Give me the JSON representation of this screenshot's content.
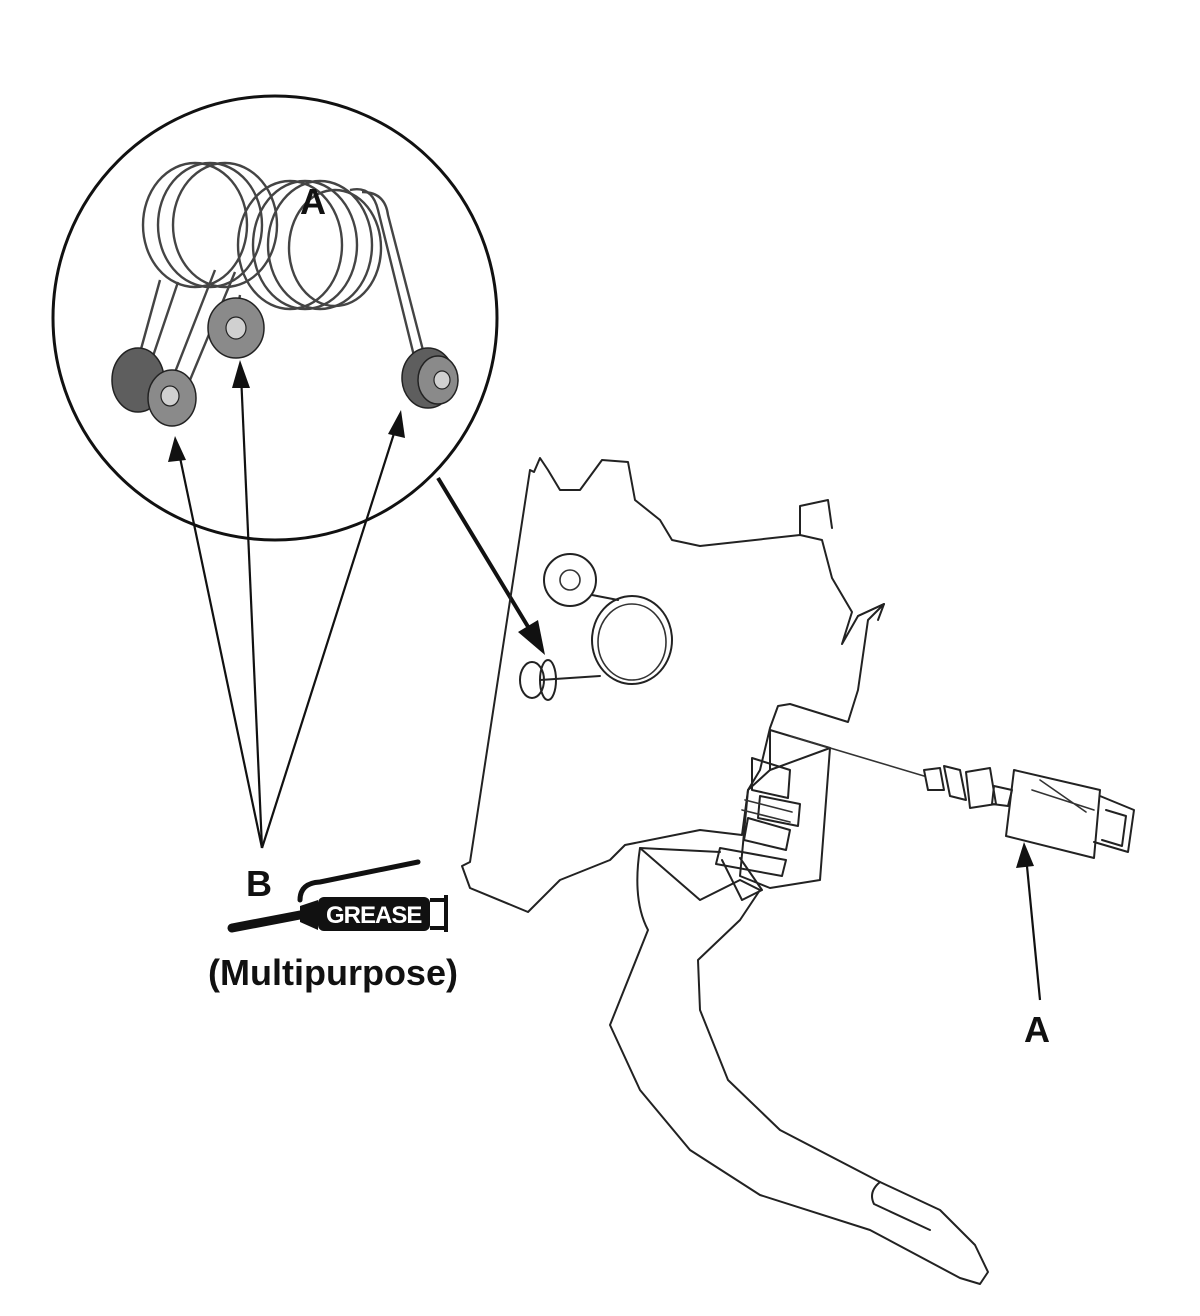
{
  "labels": {
    "spring_inset": "A",
    "bushings": "B",
    "lubricant_type": "(Multipurpose)",
    "grease_tube": "GREASE",
    "switch": "A"
  },
  "colors": {
    "line": "#222222",
    "bushing": "#8a8a8a",
    "bushing_dark": "#5e5e5e",
    "background": "#ffffff"
  },
  "icons": {
    "grease_tube": "grease-tube-icon"
  }
}
